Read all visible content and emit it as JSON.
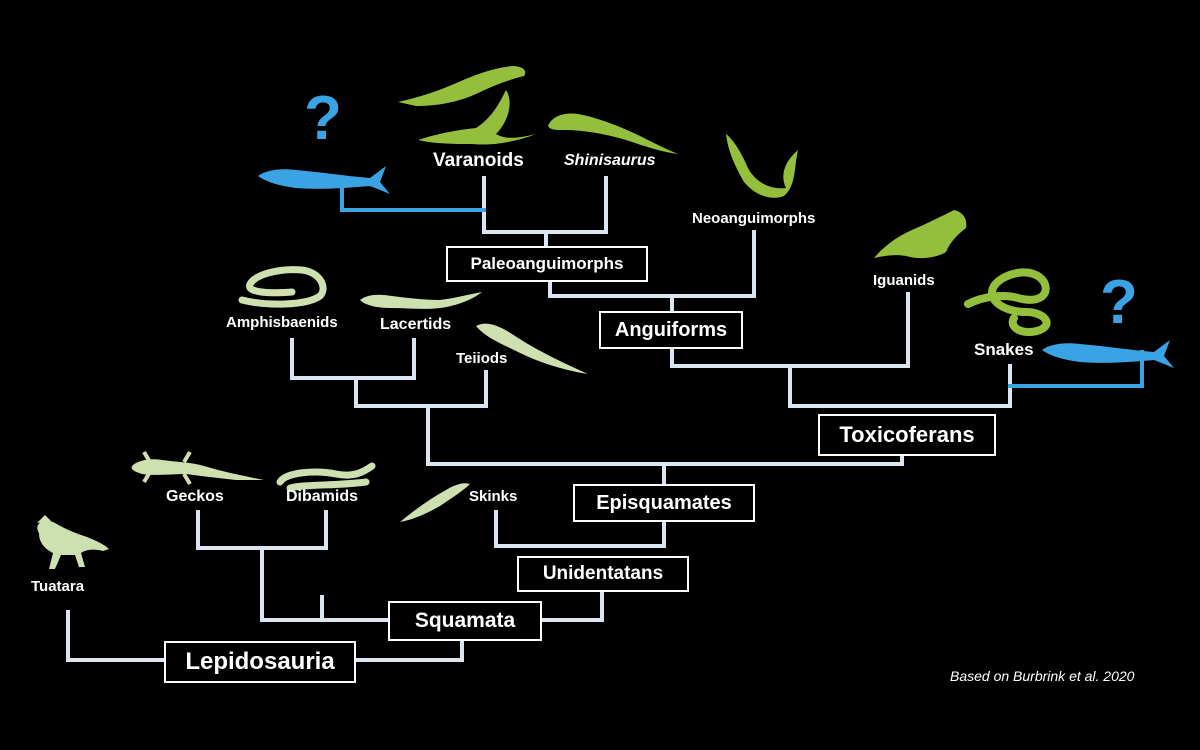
{
  "colors": {
    "background": "#000000",
    "branch": "#d9e6f2",
    "extinct_branch": "#3aa3e3",
    "green_silhouette": "#94bf3c",
    "pale_silhouette": "#cfe0b0",
    "extinct_silhouette": "#3aa3e3",
    "text": "#ffffff"
  },
  "taxa": {
    "tuatara": "Tuatara",
    "geckos": "Geckos",
    "dibamids": "Dibamids",
    "skinks": "Skinks",
    "amphisbaenids": "Amphisbaenids",
    "lacertids": "Lacertids",
    "teiiods": "Teiiods",
    "varanoids": "Varanoids",
    "shinisaurus": "Shinisaurus",
    "neoanguimorphs": "Neoanguimorphs",
    "iguanids": "Iguanids",
    "snakes": "Snakes"
  },
  "clades": {
    "lepidosauria": "Lepidosauria",
    "squamata": "Squamata",
    "unidentatans": "Unidentatans",
    "episquamates": "Episquamates",
    "toxicoferans": "Toxicoferans",
    "anguiforms": "Anguiforms",
    "paleoanguimorphs": "Paleoanguimorphs"
  },
  "uncertainty_mark": "?",
  "credit": "Based on Burbrink et al. 2020",
  "silhouettes": {
    "tuatara": "tuatara-icon",
    "geckos": "gecko-icon",
    "dibamids": "dibamid-icon",
    "skinks": "skink-icon",
    "amphisbaenids": "amphisbaenid-icon",
    "lacertids": "lacertid-icon",
    "teiiods": "teiid-icon",
    "varanoids": "monitor-lizard-icon",
    "shinisaurus": "crocodile-lizard-icon",
    "neoanguimorphs": "neoanguimorph-lizard-icon",
    "iguanids": "iguana-icon",
    "snakes": "snake-icon",
    "mosasaur": "mosasaur-icon"
  }
}
